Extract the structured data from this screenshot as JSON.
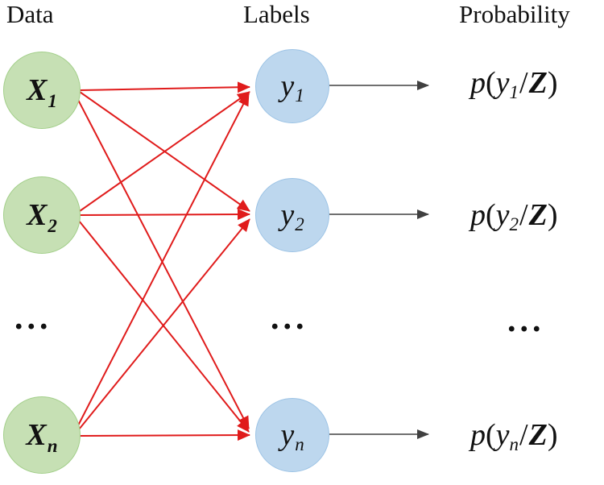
{
  "headers": {
    "data": "Data",
    "labels": "Labels",
    "probability": "Probability"
  },
  "data_nodes": [
    {
      "var": "X",
      "sub": "1"
    },
    {
      "var": "X",
      "sub": "2"
    },
    {
      "var": "X",
      "sub": "n"
    }
  ],
  "label_nodes": [
    {
      "var": "y",
      "sub": "1"
    },
    {
      "var": "y",
      "sub": "2"
    },
    {
      "var": "y",
      "sub": "n"
    }
  ],
  "probabilities": [
    {
      "func": "p",
      "open": "(",
      "var": "y",
      "sub": "1",
      "sep": "/",
      "cond": "Z",
      "close": ")"
    },
    {
      "func": "p",
      "open": "(",
      "var": "y",
      "sub": "2",
      "sep": "/",
      "cond": "Z",
      "close": ")"
    },
    {
      "func": "p",
      "open": "(",
      "var": "y",
      "sub": "n",
      "sep": "/",
      "cond": "Z",
      "close": ")"
    }
  ],
  "ellipsis": "...",
  "graph": {
    "data_to_label_edges": [
      [
        "X1",
        "y1"
      ],
      [
        "X1",
        "y2"
      ],
      [
        "X1",
        "yn"
      ],
      [
        "X2",
        "y1"
      ],
      [
        "X2",
        "y2"
      ],
      [
        "X2",
        "yn"
      ],
      [
        "Xn",
        "y1"
      ],
      [
        "Xn",
        "y2"
      ],
      [
        "Xn",
        "yn"
      ]
    ],
    "label_to_probability_edges": [
      [
        "y1",
        "p(y1/Z)"
      ],
      [
        "y2",
        "p(y2/Z)"
      ],
      [
        "yn",
        "p(yn/Z)"
      ]
    ]
  },
  "colors": {
    "data_node_fill": "#c6e0b4",
    "data_node_border": "#a3cf8a",
    "label_node_fill": "#bdd7ee",
    "label_node_border": "#9cc3e5",
    "connection_arrow": "#e01b1b",
    "output_arrow": "#404040",
    "text_color": "#111111"
  }
}
